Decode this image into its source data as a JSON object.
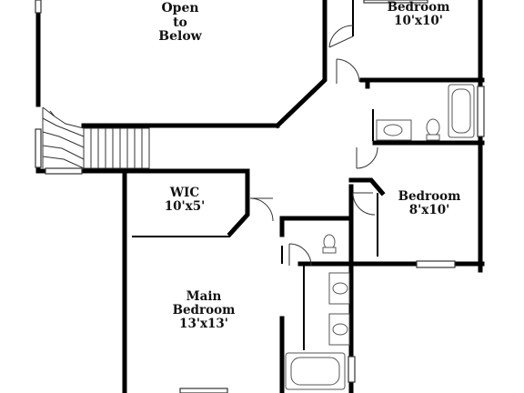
{
  "rooms": {
    "open_to_below": {
      "line1": "Open",
      "line2": "to",
      "line3": "Below"
    },
    "bedroom_top": {
      "line1": "Bedroom",
      "line2": "10'x10'"
    },
    "bedroom_right": {
      "line1": "Bedroom",
      "line2": "8'x10'"
    },
    "wic": {
      "line1": "WIC",
      "line2": "10'x5'"
    },
    "main_bedroom": {
      "line1": "Main",
      "line2": "Bedroom",
      "line3": "13'x13'"
    }
  },
  "colors": {
    "wall": "#000000",
    "fixture": "#555555",
    "background": "#ffffff"
  }
}
